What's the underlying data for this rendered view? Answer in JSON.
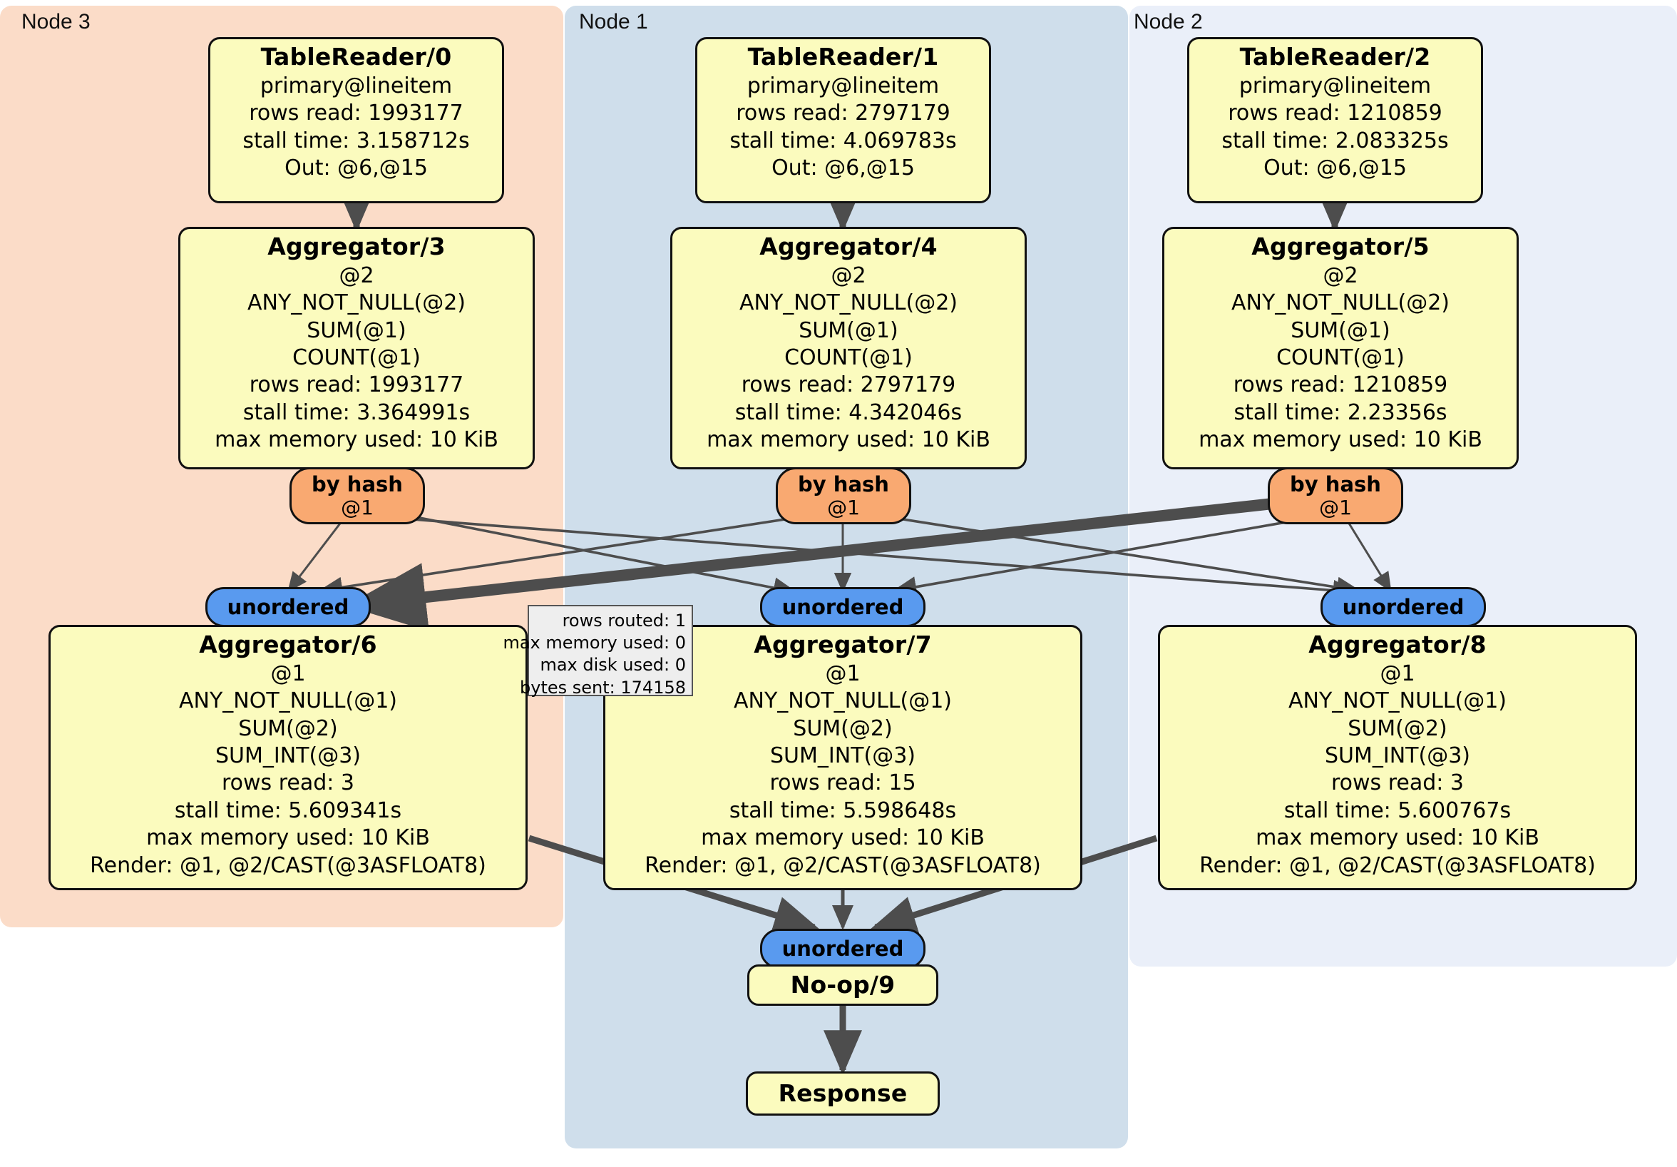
{
  "diagram": {
    "type": "distributed-query-execution-plan",
    "clusters": [
      {
        "id": "node3",
        "label": "Node 3",
        "color": "#fbdcc8"
      },
      {
        "id": "node1",
        "label": "Node 1",
        "color": "#cfdeeb"
      },
      {
        "id": "node2",
        "label": "Node 2",
        "color": "#eaeff9"
      }
    ],
    "processors": [
      {
        "id": "tablereader0",
        "cluster": "node3",
        "title": "TableReader/0",
        "lines": [
          "primary@lineitem",
          "rows read: 1993177",
          "stall time: 3.158712s",
          "Out: @6,@15"
        ]
      },
      {
        "id": "tablereader1",
        "cluster": "node1",
        "title": "TableReader/1",
        "lines": [
          "primary@lineitem",
          "rows read: 2797179",
          "stall time: 4.069783s",
          "Out: @6,@15"
        ]
      },
      {
        "id": "tablereader2",
        "cluster": "node2",
        "title": "TableReader/2",
        "lines": [
          "primary@lineitem",
          "rows read: 1210859",
          "stall time: 2.083325s",
          "Out: @6,@15"
        ]
      },
      {
        "id": "aggregator3",
        "cluster": "node3",
        "title": "Aggregator/3",
        "lines": [
          "@2",
          "ANY_NOT_NULL(@2)",
          "SUM(@1)",
          "COUNT(@1)",
          "rows read: 1993177",
          "stall time: 3.364991s",
          "max memory used: 10 KiB"
        ]
      },
      {
        "id": "aggregator4",
        "cluster": "node1",
        "title": "Aggregator/4",
        "lines": [
          "@2",
          "ANY_NOT_NULL(@2)",
          "SUM(@1)",
          "COUNT(@1)",
          "rows read: 2797179",
          "stall time: 4.342046s",
          "max memory used: 10 KiB"
        ]
      },
      {
        "id": "aggregator5",
        "cluster": "node2",
        "title": "Aggregator/5",
        "lines": [
          "@2",
          "ANY_NOT_NULL(@2)",
          "SUM(@1)",
          "COUNT(@1)",
          "rows read: 1210859",
          "stall time: 2.23356s",
          "max memory used: 10 KiB"
        ]
      },
      {
        "id": "aggregator6",
        "cluster": "node3",
        "title": "Aggregator/6",
        "lines": [
          "@1",
          "ANY_NOT_NULL(@1)",
          "SUM(@2)",
          "SUM_INT(@3)",
          "rows read: 3",
          "stall time: 5.609341s",
          "max memory used: 10 KiB",
          "Render: @1, @2/CAST(@3ASFLOAT8)"
        ]
      },
      {
        "id": "aggregator7",
        "cluster": "node1",
        "title": "Aggregator/7",
        "lines": [
          "@1",
          "ANY_NOT_NULL(@1)",
          "SUM(@2)",
          "SUM_INT(@3)",
          "rows read: 15",
          "stall time: 5.598648s",
          "max memory used: 10 KiB",
          "Render: @1, @2/CAST(@3ASFLOAT8)"
        ]
      },
      {
        "id": "aggregator8",
        "cluster": "node2",
        "title": "Aggregator/8",
        "lines": [
          "@1",
          "ANY_NOT_NULL(@1)",
          "SUM(@2)",
          "SUM_INT(@3)",
          "rows read: 3",
          "stall time: 5.600767s",
          "max memory used: 10 KiB",
          "Render: @1, @2/CAST(@3ASFLOAT8)"
        ]
      },
      {
        "id": "noop9",
        "cluster": "node1",
        "title": "No-op/9",
        "lines": []
      },
      {
        "id": "response",
        "cluster": "node1",
        "title": "Response",
        "lines": []
      }
    ],
    "routers": [
      {
        "id": "hash3",
        "kind": "by-hash",
        "cluster": "node3",
        "line1": "by hash",
        "line2": "@1"
      },
      {
        "id": "hash4",
        "kind": "by-hash",
        "cluster": "node1",
        "line1": "by hash",
        "line2": "@1"
      },
      {
        "id": "hash5",
        "kind": "by-hash",
        "cluster": "node2",
        "line1": "by hash",
        "line2": "@1"
      },
      {
        "id": "unordered6",
        "kind": "unordered",
        "cluster": "node3",
        "line1": "unordered",
        "line2": ""
      },
      {
        "id": "unordered7",
        "kind": "unordered",
        "cluster": "node1",
        "line1": "unordered",
        "line2": ""
      },
      {
        "id": "unordered8",
        "kind": "unordered",
        "cluster": "node2",
        "line1": "unordered",
        "line2": ""
      },
      {
        "id": "unordered9",
        "kind": "unordered",
        "cluster": "node1",
        "line1": "unordered",
        "line2": ""
      }
    ],
    "stream_stats": {
      "lines": [
        "rows routed: 1",
        "max memory used: 0",
        "max disk used: 0",
        "bytes sent: 174158"
      ]
    },
    "colors": {
      "box_fill": "#fbfbbe",
      "hash_router": "#f9a971",
      "unordered_router": "#599aef",
      "node3_bg": "#fbdcc8",
      "node1_bg": "#cfdeeb",
      "node2_bg": "#eaeff9",
      "edge": "#4d4d4d",
      "tooltip_bg": "#eeeeee"
    }
  }
}
